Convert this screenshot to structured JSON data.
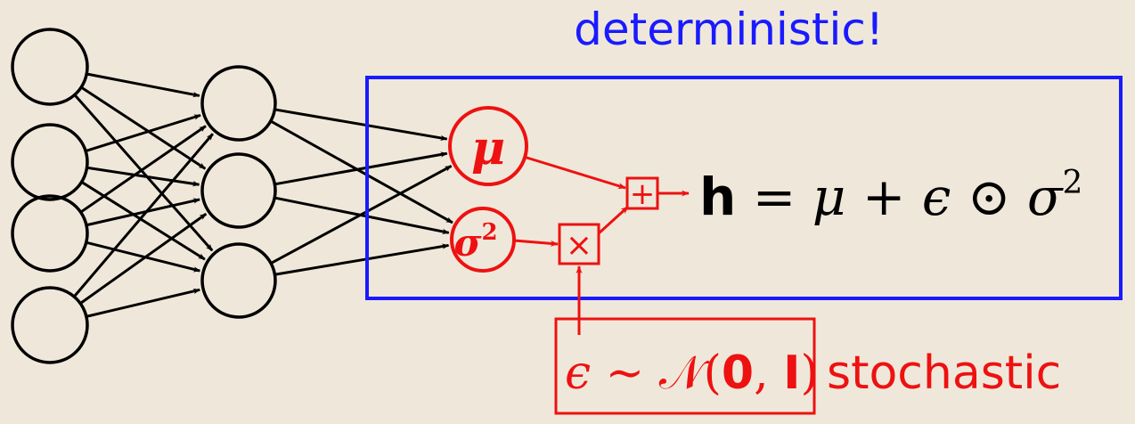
{
  "colors": {
    "background": "#efe8da",
    "network": "#000000",
    "deterministic": "#1a1aff",
    "stochastic": "#ee1111"
  },
  "network": {
    "layers": [
      4,
      3,
      2
    ]
  },
  "labels": {
    "deterministic": "deterministic!",
    "stochastic": "stochastic",
    "mu": "μ",
    "sigma_base": "σ",
    "sigma_exp": "2",
    "plus": "+",
    "times": "×"
  },
  "equations": {
    "h_lhs": "h",
    "h_rhs": " = μ + ϵ ⊙ σ",
    "h_exp": "2",
    "eps_lhs": "ϵ ∼ ",
    "eps_n": "𝒩",
    "eps_open": "(",
    "eps_zero": "0",
    "eps_sep": ", ",
    "eps_one": "I",
    "eps_close": ")"
  }
}
